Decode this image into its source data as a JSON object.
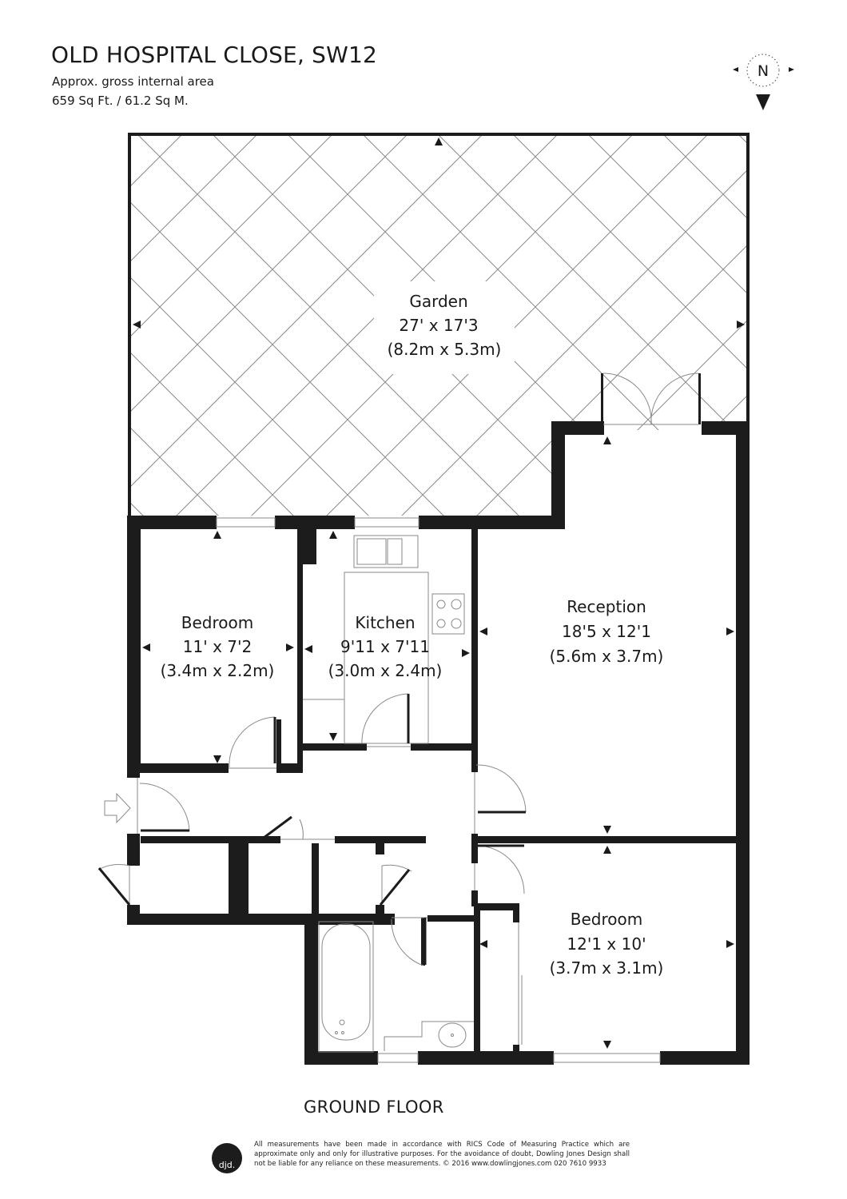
{
  "header": {
    "title": "OLD HOSPITAL CLOSE, SW12",
    "area_label": "Approx. gross internal area",
    "area_value": "659 Sq Ft. / 61.2 Sq M."
  },
  "compass": {
    "letter": "N",
    "icon": "north-compass-icon"
  },
  "rooms": {
    "garden": {
      "name": "Garden",
      "imperial": "27' x 17'3",
      "metric": "(8.2m x 5.3m)"
    },
    "bedroom1": {
      "name": "Bedroom",
      "imperial": "11' x 7'2",
      "metric": "(3.4m x 2.2m)"
    },
    "kitchen": {
      "name": "Kitchen",
      "imperial": "9'11 x 7'11",
      "metric": "(3.0m x 2.4m)"
    },
    "reception": {
      "name": "Reception",
      "imperial": "18'5 x 12'1",
      "metric": "(5.6m x 3.7m)"
    },
    "bedroom2": {
      "name": "Bedroom",
      "imperial": "12'1 x 10'",
      "metric": "(3.7m x 3.1m)"
    }
  },
  "floor_label": "GROUND FLOOR",
  "footer": {
    "logo_text": "djd.",
    "disclaimer": "All measurements have been made in accordance with RICS Code of Measuring Practice which are approximate only and only for illustrative purposes. For the avoidance of doubt, Dowling Jones Design shall not be liable for any reliance on these measurements. © 2016 www.dowlingjones.com 020 7610 9933"
  },
  "colors": {
    "wall": "#1c1c1c",
    "line": "#8a8a8a",
    "background": "#ffffff"
  }
}
